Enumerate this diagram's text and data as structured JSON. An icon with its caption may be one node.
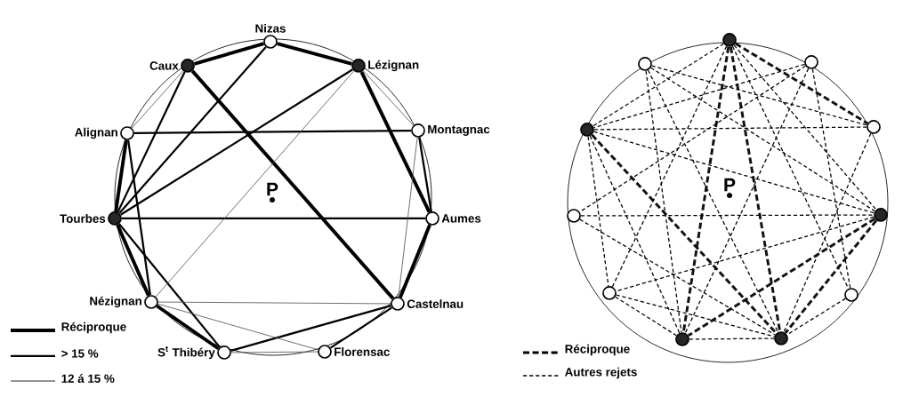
{
  "diagram": {
    "nodes": [
      {
        "text": [
          "Nizas"
        ]
      },
      {
        "text": [
          "Lézignan"
        ]
      },
      {
        "text": [
          "Montagnac"
        ]
      },
      {
        "text": [
          "Aumes"
        ]
      },
      {
        "text": [
          "Castelnau"
        ]
      },
      {
        "text": [
          "Florensac"
        ]
      },
      {
        "text": [
          "S$^{t}$ Thibéry"
        ]
      },
      {
        "text": [
          "Nézignan"
        ]
      },
      {
        "text": [
          "Tourbes"
        ]
      },
      {
        "text": [
          "Alignan"
        ]
      },
      {
        "text": [
          "Caux"
        ]
      },
      {
        "text": [],
        "shape": "circle"
      },
      {
        "text": [],
        "shape": "circle"
      },
      {
        "text": [],
        "shape": "circle"
      },
      {
        "text": [],
        "shape": "circle"
      },
      {
        "text": [],
        "shape": "circle"
      },
      {
        "text": [],
        "shape": "circle"
      },
      {
        "text": [],
        "shape": "circle"
      },
      {
        "text": [],
        "shape": "circle"
      },
      {
        "text": [],
        "shape": "circle"
      },
      {
        "text": [],
        "shape": "circle"
      },
      {
        "text": [],
        "shape": "circle"
      }
    ],
    "edges": [
      {
        "from": 10,
        "to": 0,
        "arrow": "none",
        "style": "thick"
      },
      {
        "from": 0,
        "to": 1,
        "arrow": "none",
        "style": "thick"
      },
      {
        "from": 10,
        "to": 4,
        "arrow": "none",
        "style": "thick"
      },
      {
        "from": 1,
        "to": 3,
        "arrow": "none",
        "style": "thick"
      },
      {
        "from": 9,
        "to": 8,
        "arrow": "none",
        "style": "thick"
      },
      {
        "from": 8,
        "to": 7,
        "arrow": "none",
        "style": "thick"
      },
      {
        "from": 7,
        "to": 6,
        "arrow": "none",
        "style": "thick"
      },
      {
        "from": 4,
        "to": 3,
        "arrow": "none",
        "style": "thick"
      },
      {
        "from": 0,
        "to": 8,
        "arrow": "none"
      },
      {
        "from": 10,
        "to": 8,
        "arrow": "none"
      },
      {
        "from": 1,
        "to": 8,
        "arrow": "none"
      },
      {
        "from": 9,
        "to": 2,
        "arrow": "none"
      },
      {
        "from": 8,
        "to": 3,
        "arrow": "none"
      },
      {
        "from": 9,
        "to": 7,
        "arrow": "none"
      },
      {
        "from": 8,
        "to": 6,
        "arrow": "none"
      },
      {
        "from": 6,
        "to": 4,
        "arrow": "none"
      },
      {
        "from": 5,
        "to": 4,
        "arrow": "none"
      },
      {
        "from": 2,
        "to": 3,
        "arrow": "none"
      },
      {
        "from": 1,
        "to": 7,
        "arrow": "none",
        "color": "#555555"
      },
      {
        "from": 10,
        "to": 9,
        "arrow": "none",
        "color": "#555555"
      },
      {
        "from": 7,
        "to": 4,
        "arrow": "none",
        "color": "#555555"
      },
      {
        "from": 7,
        "to": 5,
        "arrow": "none",
        "color": "#555555"
      },
      {
        "from": 6,
        "to": 5,
        "arrow": "none",
        "color": "#555555"
      },
      {
        "from": 4,
        "to": 2,
        "arrow": "none",
        "color": "#555555"
      },
      {
        "from": 1,
        "to": 2,
        "arrow": "none",
        "color": "#555555"
      },
      {
        "from": 11,
        "to": 15,
        "arrow": "none",
        "style": "dashed",
        "color": "#111111"
      },
      {
        "from": 11,
        "to": 20,
        "arrow": "none",
        "style": "dashed",
        "color": "#111111"
      },
      {
        "from": 11,
        "to": 21,
        "arrow": "none",
        "style": "dashed",
        "color": "#111111"
      },
      {
        "from": 14,
        "to": 21,
        "arrow": "none",
        "style": "dashed",
        "color": "#111111"
      },
      {
        "from": 17,
        "to": 20,
        "arrow": "none",
        "style": "dashed",
        "color": "#111111"
      },
      {
        "from": 17,
        "to": 21,
        "arrow": "none",
        "style": "dashed",
        "color": "#111111"
      },
      {
        "from": 11,
        "to": 14,
        "arrow": "none",
        "style": "dashed"
      },
      {
        "from": 11,
        "to": 18,
        "arrow": "none",
        "style": "dashed"
      },
      {
        "from": 11,
        "to": 17,
        "arrow": "none",
        "style": "dashed"
      },
      {
        "from": 11,
        "to": 19,
        "arrow": "none",
        "style": "dashed"
      },
      {
        "from": 12,
        "to": 15,
        "arrow": "none",
        "style": "dashed"
      },
      {
        "from": 12,
        "to": 20,
        "arrow": "none",
        "style": "dashed"
      },
      {
        "from": 12,
        "to": 21,
        "arrow": "none",
        "style": "dashed"
      },
      {
        "from": 12,
        "to": 17,
        "arrow": "none",
        "style": "dashed"
      },
      {
        "from": 13,
        "to": 14,
        "arrow": "none",
        "style": "dashed"
      },
      {
        "from": 13,
        "to": 16,
        "arrow": "none",
        "style": "dashed"
      },
      {
        "from": 13,
        "to": 20,
        "arrow": "none",
        "style": "dashed"
      },
      {
        "from": 13,
        "to": 19,
        "arrow": "none",
        "style": "dashed"
      },
      {
        "from": 14,
        "to": 15,
        "arrow": "none",
        "style": "dashed"
      },
      {
        "from": 14,
        "to": 17,
        "arrow": "none",
        "style": "dashed"
      },
      {
        "from": 14,
        "to": 20,
        "arrow": "none",
        "style": "dashed"
      },
      {
        "from": 14,
        "to": 18,
        "arrow": "none",
        "style": "dashed"
      },
      {
        "from": 16,
        "to": 17,
        "arrow": "none",
        "style": "dashed"
      },
      {
        "from": 16,
        "to": 21,
        "arrow": "none",
        "style": "dashed"
      },
      {
        "from": 17,
        "to": 18,
        "arrow": "none",
        "style": "dashed"
      },
      {
        "from": 18,
        "to": 21,
        "arrow": "none",
        "style": "dashed"
      },
      {
        "from": 19,
        "to": 21,
        "arrow": "none",
        "style": "dashed"
      },
      {
        "from": 20,
        "to": 21,
        "arrow": "none",
        "style": "dashed"
      },
      {
        "from": 15,
        "to": 21,
        "arrow": "none",
        "style": "dashed"
      },
      {
        "from": 18,
        "to": 20,
        "arrow": "none",
        "style": "dashed"
      }
    ],
    "labels": [
      "P",
      "P"
    ],
    "legend": [
      {
        "text": "Réciproque"
      },
      {
        "text": "> 15 %"
      },
      {
        "text": "12 á 15 %"
      },
      {
        "text": "Réciproque"
      },
      {
        "text": "Autres rejets"
      }
    ]
  }
}
